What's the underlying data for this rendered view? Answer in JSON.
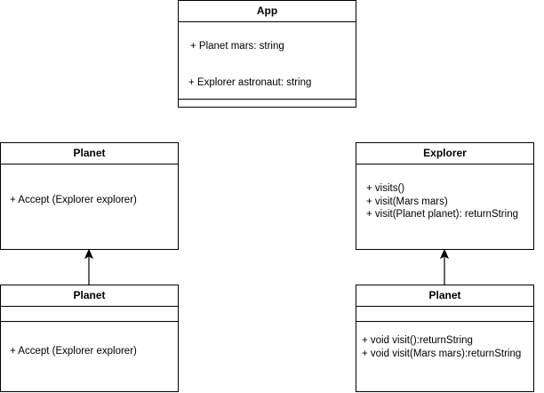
{
  "app": {
    "title": "App",
    "fields": [
      "+ Planet  mars: string",
      "+ Explorer astronaut: string"
    ]
  },
  "planet_top": {
    "title": "Planet",
    "methods": [
      "+ Accept (Explorer explorer)"
    ]
  },
  "explorer": {
    "title": "Explorer",
    "methods": [
      "+ visits()",
      "+ visit(Mars mars)",
      "+ visit(Planet planet): returnString"
    ]
  },
  "planet_bottom_left": {
    "title": "Planet",
    "methods": [
      "+ Accept (Explorer explorer)"
    ]
  },
  "planet_bottom_right": {
    "title": "Planet",
    "methods": [
      "+ void visit():returnString",
      "+ void visit(Mars mars):returnString"
    ]
  }
}
